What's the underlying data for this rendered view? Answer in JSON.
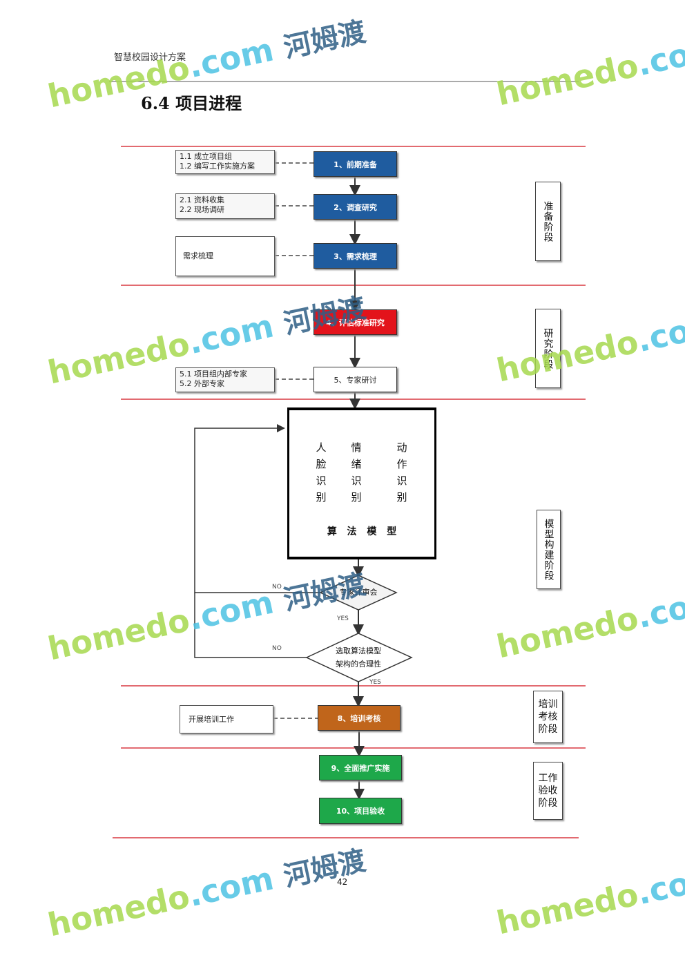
{
  "header": {
    "doc_title": "智慧校园设计方案",
    "section_title": "6.4 项目进程"
  },
  "notes": [
    {
      "lines": [
        "1.1 成立项目组",
        "1.2 编写工作实施方案"
      ]
    },
    {
      "lines": [
        "2.1 资料收集",
        "2.2 现场调研"
      ]
    },
    {
      "lines": [
        "需求梳理"
      ]
    },
    {
      "lines": [
        "5.1 项目组内部专家",
        "5.2 外部专家"
      ]
    },
    {
      "lines": [
        "开展培训工作"
      ]
    }
  ],
  "steps": [
    {
      "label": "1、前期准备",
      "color": "#1f5c9f"
    },
    {
      "label": "2、调查研究",
      "color": "#1f5c9f"
    },
    {
      "label": "3、需求梳理",
      "color": "#1f5c9f"
    },
    {
      "label": "4、评估标准研究",
      "color": "#e3131b"
    },
    {
      "label": "5、专家研讨",
      "color": "#ffffff"
    },
    {
      "label": "8、培训考核",
      "color": "#c0651b"
    },
    {
      "label": "9、全面推广实施",
      "color": "#1ea84a"
    },
    {
      "label": "10、项目验收",
      "color": "#1ea84a"
    }
  ],
  "model_box": {
    "columns": [
      "人脸识别",
      "情绪识别",
      "动作识别"
    ],
    "footer": "算 法 模 型"
  },
  "decisions": [
    {
      "label": "专家评审会",
      "no": "NO",
      "yes": "YES"
    },
    {
      "label_line1": "选取算法模型",
      "label_line2": "架构的合理性",
      "no": "NO",
      "yes": "YES"
    }
  ],
  "phases": [
    "准备阶段",
    "研究阶段",
    "模型构建阶段",
    "培训考核阶段",
    "工作验收阶段"
  ],
  "page_number": "42",
  "watermark": {
    "brand": "homedo",
    "domain": ".com",
    "cn": "河姆渡"
  }
}
